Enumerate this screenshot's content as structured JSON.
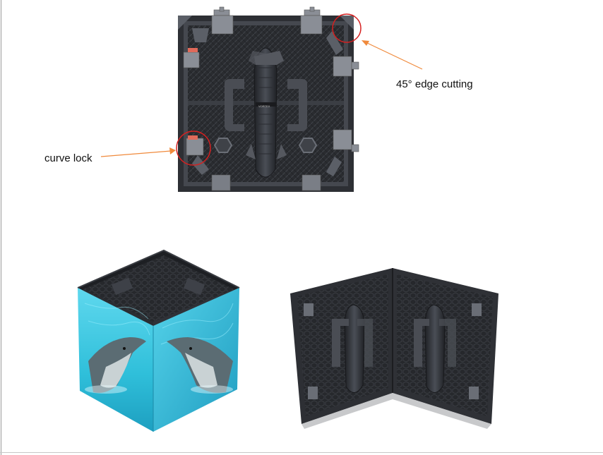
{
  "annotations": {
    "edge_cutting": "45° edge cutting",
    "curve_lock": "curve lock"
  },
  "panel_brand": "VORTEX",
  "colors": {
    "arrow": "#f08a3c",
    "circle": "#d62020",
    "panel_dark": "#2b2d31",
    "frame": "#3a3d43",
    "water": "#37c6e0"
  },
  "figures": {
    "top": "led-panel-back-view",
    "bottom_left": "led-cube-with-dolphin-image",
    "bottom_right": "two-panels-folded-at-right-angle"
  }
}
